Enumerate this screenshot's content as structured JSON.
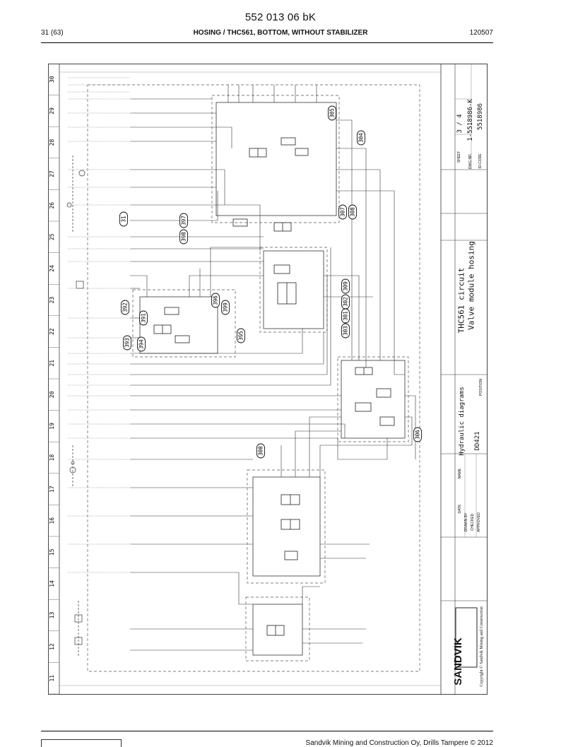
{
  "header": {
    "doc_number": "552 013 06 bK",
    "page": "31 (63)",
    "title": "HOSING / THC561, BOTTOM, WITHOUT STABILIZER",
    "date": "120507"
  },
  "drawing": {
    "grid_numbers": [
      "30",
      "29",
      "28",
      "27",
      "26",
      "25",
      "24",
      "23",
      "22",
      "21",
      "20",
      "19",
      "18",
      "17",
      "16",
      "15",
      "14",
      "13",
      "12",
      "11"
    ],
    "callouts": [
      "305",
      "304",
      "31",
      "397",
      "398",
      "307",
      "308",
      "392",
      "391",
      "396",
      "399",
      "309",
      "302",
      "301",
      "303",
      "395",
      "393",
      "394",
      "306",
      "300"
    ],
    "title_block": {
      "brand": "SANDVIK",
      "copyright": "Copyright © Sandvik Mining and Construction",
      "circuit_line1": "THC561 circuit",
      "circuit_line2": "Valve module hosing",
      "diagram_type": "Hydraulic diagrams",
      "model": "DD421",
      "sheet_label": "SHEET",
      "sheet_value": "3 / 4",
      "dwg_label": "DWG NR.",
      "dwg_value": "1-5518986-K",
      "code_label": "ID-CODE",
      "code_value": "5518986",
      "date_label": "DATE",
      "name_label": "NAME",
      "drawn_label": "DRAWN BY",
      "checked_label": "CHECKED",
      "approved_label": "APPROVED",
      "position_label": "POSITION"
    }
  },
  "footer": {
    "text": "Sandvik Mining and Construction Oy, Drills Tampere © 2012"
  }
}
